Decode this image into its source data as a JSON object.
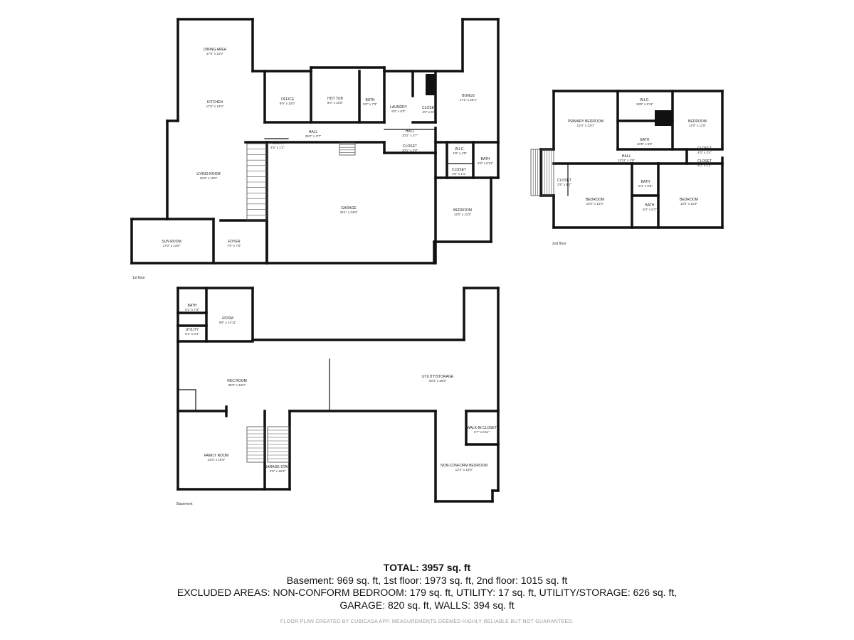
{
  "floors": {
    "first": {
      "label": "1st floor",
      "rooms": [
        {
          "id": "dining",
          "name": "DINING AREA",
          "dims": "17'0\" x 11'0\""
        },
        {
          "id": "kitchen",
          "name": "KITCHEN",
          "dims": "17'6\" x 14'0\""
        },
        {
          "id": "office",
          "name": "OFFICE",
          "dims": "9'9\" x 10'0\""
        },
        {
          "id": "hottub",
          "name": "HOT TUB",
          "dims": "9'0\" x 10'0\""
        },
        {
          "id": "bath1",
          "name": "BATH",
          "dims": "5'0\" x 7'3\""
        },
        {
          "id": "laundry",
          "name": "LAUNDRY",
          "dims": "9'0\" x 6'0\""
        },
        {
          "id": "closet1",
          "name": "CLOSET",
          "dims": "4'0\" x 5'0\""
        },
        {
          "id": "bonus",
          "name": "BONUS",
          "dims": "17'1\" x 25'1\""
        },
        {
          "id": "hall1",
          "name": "HALL",
          "dims": "25'2\" x 3'7\""
        },
        {
          "id": "pantry",
          "name": "PANTRY",
          "dims": "4'5\" x 1'1\""
        },
        {
          "id": "hall2",
          "name": "HALL",
          "dims": "10'2\" x 3'7\""
        },
        {
          "id": "closet2",
          "name": "CLOSET",
          "dims": "10'1\" x 2'0\""
        },
        {
          "id": "wic1",
          "name": "W.I.C.",
          "dims": "4'8\" x 4'8\""
        },
        {
          "id": "bath2",
          "name": "BATH",
          "dims": "5'2\" x 6'11\""
        },
        {
          "id": "closet3",
          "name": "CLOSET",
          "dims": "4'0\" x 1'1\""
        },
        {
          "id": "living",
          "name": "LIVING ROOM",
          "dims": "16'0\" x 19'0\""
        },
        {
          "id": "garage",
          "name": "GARAGE",
          "dims": "34'1\" x 24'8\""
        },
        {
          "id": "bedroom1",
          "name": "BEDROOM",
          "dims": "12'0\" x 11'3\""
        },
        {
          "id": "sunroom",
          "name": "SUN ROOM",
          "dims": "17'0\" x 13'8\""
        },
        {
          "id": "foyer",
          "name": "FOYER",
          "dims": "7'0\" x 7'0\""
        }
      ]
    },
    "second": {
      "label": "2nd floor",
      "rooms": [
        {
          "id": "primary",
          "name": "PRIMARY BEDROOM",
          "dims": "13'4\" x 12'0\""
        },
        {
          "id": "wic2",
          "name": "W.I.C.",
          "dims": "10'9\" x 5'11\""
        },
        {
          "id": "bath3",
          "name": "BATH",
          "dims": "10'9\" x 5'5\""
        },
        {
          "id": "bedroom2",
          "name": "BEDROOM",
          "dims": "12'0\" x 11'5\""
        },
        {
          "id": "closet4",
          "name": "CLOSET",
          "dims": "4'0\" x 2'4\""
        },
        {
          "id": "closet5",
          "name": "CLOSET",
          "dims": "4'0\" x 2'5\""
        },
        {
          "id": "hall3",
          "name": "HALL",
          "dims": "13'11\" x 3'9\""
        },
        {
          "id": "closet6",
          "name": "CLOSET",
          "dims": "2'5\" x 5'2\""
        },
        {
          "id": "bedroom3",
          "name": "BEDROOM",
          "dims": "15'0\" x 12'0\""
        },
        {
          "id": "bath4",
          "name": "BATH",
          "dims": "5'4\" x 6'5\""
        },
        {
          "id": "bath5",
          "name": "BATH",
          "dims": "5'4\" x 6'2\""
        },
        {
          "id": "bedroom4",
          "name": "BEDROOM",
          "dims": "13'0\" x 11'9\""
        }
      ]
    },
    "basement": {
      "label": "Basement",
      "rooms": [
        {
          "id": "bath6",
          "name": "BATH",
          "dims": "5'1\" x 7'3\""
        },
        {
          "id": "room",
          "name": "ROOM",
          "dims": "9'8\" x 14'11\""
        },
        {
          "id": "utility",
          "name": "UTILITY",
          "dims": "5'1\" x 3'4\""
        },
        {
          "id": "recroom",
          "name": "REC ROOM",
          "dims": "30'0\" x 15'0\""
        },
        {
          "id": "storage",
          "name": "UTILITY/STORAGE",
          "dims": "40'3\" x 25'9\""
        },
        {
          "id": "wic3",
          "name": "WALK-IN CLOSET",
          "dims": "6'7\" x 5'11\""
        },
        {
          "id": "family",
          "name": "FAMILY ROOM",
          "dims": "14'0\" x 16'9\""
        },
        {
          "id": "garagestair",
          "name": "GARAGE STAIR",
          "dims": "4'6\" x 16'3\""
        },
        {
          "id": "nonconform",
          "name": "NON-CONFORM BEDROOM",
          "dims": "13'4\" x 13'0\""
        }
      ]
    }
  },
  "summary": {
    "total": "TOTAL: 3957 sq. ft",
    "line1": "Basement: 969 sq. ft, 1st floor: 1973 sq. ft, 2nd floor: 1015 sq. ft",
    "line2": "EXCLUDED AREAS: NON-CONFORM BEDROOM: 179 sq. ft, UTILITY: 17 sq. ft, UTILITY/STORAGE: 626 sq. ft,",
    "line3": "GARAGE: 820 sq. ft, WALLS: 394 sq. ft"
  },
  "credit": "FLOOR PLAN CREATED BY CUBICASA APP. MEASUREMENTS DEEMED HIGHLY RELIABLE BUT NOT GUARANTEED."
}
